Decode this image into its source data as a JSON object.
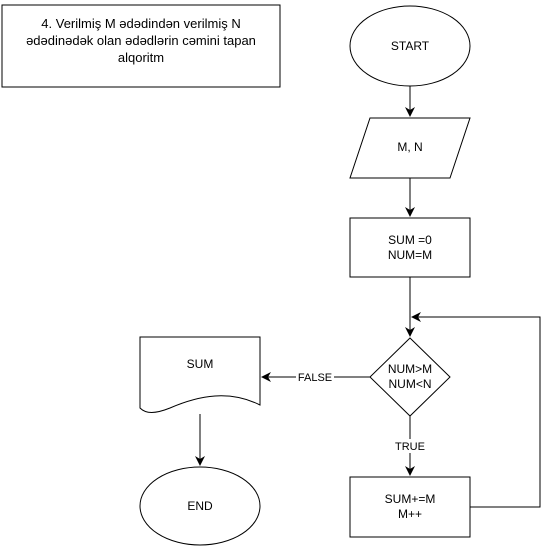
{
  "title": {
    "lines": [
      "4. Verilmiş M ədədindən verilmiş N",
      "ədədinədək olan ədədlərin cəmini tapan",
      "alqoritm"
    ]
  },
  "nodes": {
    "start": {
      "label": "START"
    },
    "input": {
      "label": "M, N"
    },
    "init": {
      "lines": [
        "SUM =0",
        "NUM=M"
      ]
    },
    "decision": {
      "lines": [
        "NUM>M",
        "NUM<N"
      ]
    },
    "loop_body": {
      "lines": [
        "SUM+=M",
        "M++"
      ]
    },
    "output": {
      "label": "SUM"
    },
    "end": {
      "label": "END"
    }
  },
  "edges": {
    "false_label": "FALSE",
    "true_label": "TRUE"
  },
  "colors": {
    "stroke": "#000000",
    "fill": "#ffffff",
    "text": "#000000"
  }
}
